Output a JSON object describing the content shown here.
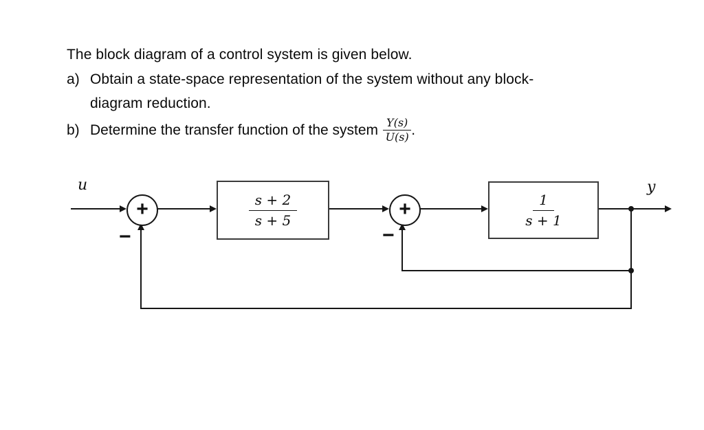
{
  "problem": {
    "intro": "The block diagram of a control system is given below.",
    "part_a": {
      "label": "a)",
      "line1": "Obtain a state-space representation of the system without any block-",
      "line2": "diagram reduction."
    },
    "part_b": {
      "label": "b)",
      "text": "Determine the transfer function of the system",
      "fraction": {
        "numerator": "Y(s)",
        "denominator": "U(s)"
      },
      "suffix": "."
    }
  },
  "diagram": {
    "input_label": "u",
    "output_label": "y",
    "summing_junctions": [
      {
        "sign_inside": "+",
        "feedback_sign": "−"
      },
      {
        "sign_inside": "+",
        "feedback_sign": "−"
      }
    ],
    "blocks": [
      {
        "numerator": "s + 2",
        "denominator": "s + 5"
      },
      {
        "numerator": "1",
        "denominator": "s + 1"
      }
    ]
  }
}
